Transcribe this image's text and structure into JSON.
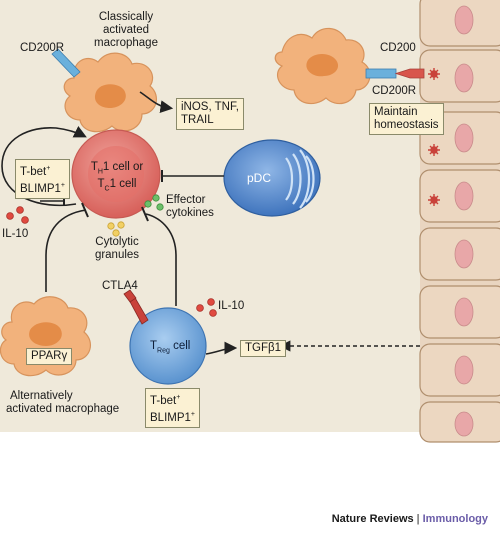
{
  "cells": {
    "classical_macrophage": {
      "line1": "Classically",
      "line2": "activated",
      "line3": "macrophage"
    },
    "alternative_macrophage": {
      "line1": "Alternatively",
      "line2": "activated macrophage"
    },
    "th1": {
      "line1_main": "T",
      "line1_sub": "H",
      "line1_rest": "1 cell or",
      "line2_main": "T",
      "line2_sub": "C",
      "line2_rest": "1 cell"
    },
    "treg": {
      "main": "T",
      "sub": "Reg",
      "rest": " cell"
    },
    "pdc": "pDC"
  },
  "labels": {
    "cd200r_left": "CD200R",
    "cd200": "CD200",
    "cd200r_right": "CD200R",
    "il10_left": "IL-10",
    "il10_treg": "IL-10",
    "ctla4": "CTLA4",
    "effector": {
      "line1": "Effector",
      "line2": "cytokines"
    },
    "cytolytic": {
      "line1": "Cytolytic",
      "line2": "granules"
    }
  },
  "boxes": {
    "inos": {
      "line1": "iNOS, TNF,",
      "line2": "TRAIL"
    },
    "homeostasis": {
      "line1": "Maintain",
      "line2": "homeostasis"
    },
    "tbet_top": {
      "line1": "T-bet",
      "sup1": "+",
      "line2": "BLIMP1",
      "sup2": "+"
    },
    "tbet_bottom": {
      "line1": "T-bet",
      "sup1": "+",
      "line2": "BLIMP1",
      "sup2": "+"
    },
    "pparg": "PPARγ",
    "tgfb1": "TGFβ1"
  },
  "credit": {
    "journal": "Nature Reviews",
    "separator": " | ",
    "section": "Immunology"
  },
  "colors": {
    "background_panel": "#efe9da",
    "epithelium": "#e9d5c0",
    "epithelium_border": "#b08f6e",
    "nucleus": "#e8a7a8",
    "macrophage": "#f2b27c",
    "macrophage_nucleus": "#e48c48",
    "th1": "#dd6b63",
    "treg": "#5d97d1",
    "pdc": "#4f83c8",
    "box_fill": "#fbf1d3",
    "credit_accent": "#6a5ca8"
  }
}
